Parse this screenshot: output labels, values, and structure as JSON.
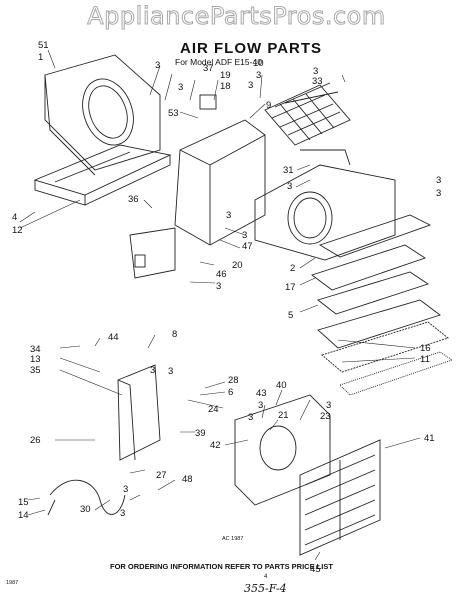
{
  "watermark": "AppliancePartsPros.com",
  "title": "AIR FLOW PARTS",
  "model_line": "For Model ADF E15-40",
  "footer": "FOR ORDERING INFORMATION REFER TO PARTS PRICE LIST",
  "drawing_code": "AC 1987",
  "page_number": "4",
  "handwritten": "355-F-4",
  "corner_code": "1987",
  "callouts": [
    "51",
    "1",
    "3",
    "37",
    "19",
    "18",
    "10",
    "3",
    "9",
    "3",
    "33",
    "53",
    "31",
    "3",
    "3",
    "36",
    "3",
    "47",
    "20",
    "46",
    "3",
    "4",
    "12",
    "2",
    "17",
    "5",
    "8",
    "34",
    "44",
    "13",
    "35",
    "3",
    "28",
    "6",
    "16",
    "11",
    "24",
    "40",
    "43",
    "3",
    "3",
    "21",
    "23",
    "39",
    "42",
    "26",
    "27",
    "3",
    "48",
    "41",
    "15",
    "14",
    "30",
    "3",
    "45",
    "3",
    "3",
    "3",
    "3",
    "3",
    "3"
  ]
}
